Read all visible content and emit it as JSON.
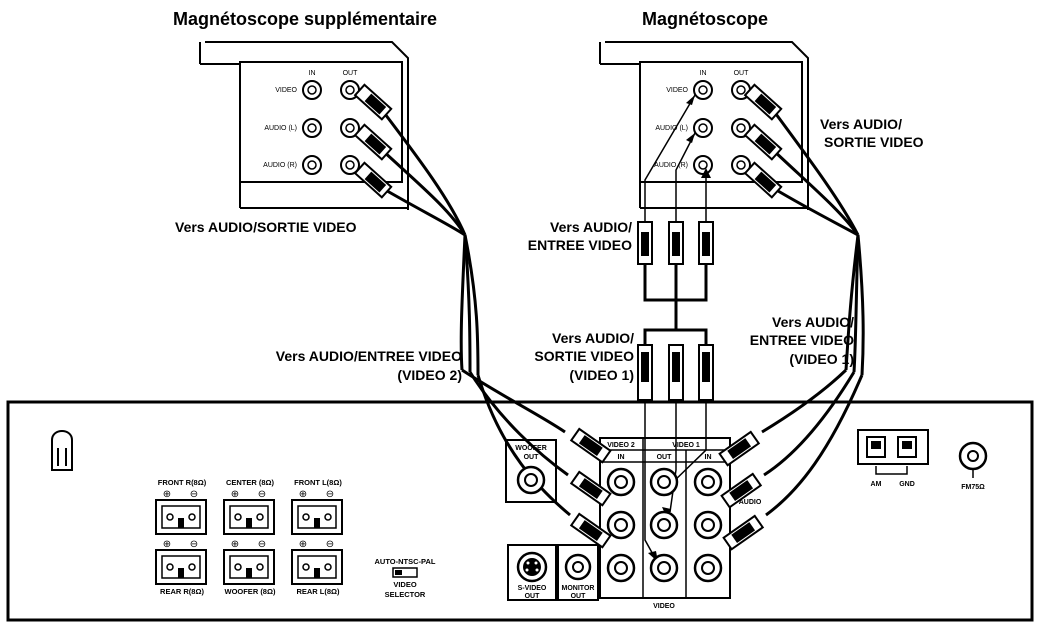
{
  "vcr_extra": {
    "title": "Magnétoscope supplémentaire",
    "col_in": "IN",
    "col_out": "OUT",
    "row_video": "VIDEO",
    "row_audio_l": "AUDIO (L)",
    "row_audio_r": "AUDIO (R)",
    "cable_label": "Vers AUDIO/SORTIE VIDEO"
  },
  "vcr_main": {
    "title": "Magnétoscope",
    "col_in": "IN",
    "col_out": "OUT",
    "row_video": "VIDEO",
    "row_audio_l": "AUDIO (L)",
    "row_audio_r": "AUDIO (R)",
    "label_out_1": "Vers AUDIO/",
    "label_out_2": "SORTIE VIDEO",
    "label_in_1": "Vers AUDIO/",
    "label_in_2": "ENTREE VIDEO"
  },
  "labels": {
    "video2_1": "Vers AUDIO/ENTREE VIDEO",
    "video2_2": "(VIDEO 2)",
    "video1_out_1": "Vers AUDIO/",
    "video1_out_2": "SORTIE VIDEO",
    "video1_out_3": "(VIDEO 1)",
    "video1_in_1": "Vers AUDIO/",
    "video1_in_2": "ENTREE VIDEO",
    "video1_in_3": "(VIDEO 1)"
  },
  "receiver": {
    "front_r": "FRONT R(8Ω)",
    "center": "CENTER (8Ω)",
    "front_l": "FRONT L(8Ω)",
    "rear_r": "REAR R(8Ω)",
    "woofer": "WOOFER (8Ω)",
    "rear_l": "REAR L(8Ω)",
    "plus": "⊕",
    "minus": "⊖",
    "selector_1": "AUTO-NTSC-PAL",
    "selector_2": "VIDEO",
    "selector_3": "SELECTOR",
    "woofer_out_1": "WOOFER",
    "woofer_out_2": "OUT",
    "video2": "VIDEO 2",
    "video1": "VIDEO 1",
    "in": "IN",
    "out": "OUT",
    "audio": "AUDIO",
    "video": "VIDEO",
    "svideo_1": "S-VIDEO",
    "svideo_2": "OUT",
    "monitor_1": "MONITOR",
    "monitor_2": "OUT",
    "am": "AM",
    "gnd": "GND",
    "fm": "FM75Ω"
  }
}
